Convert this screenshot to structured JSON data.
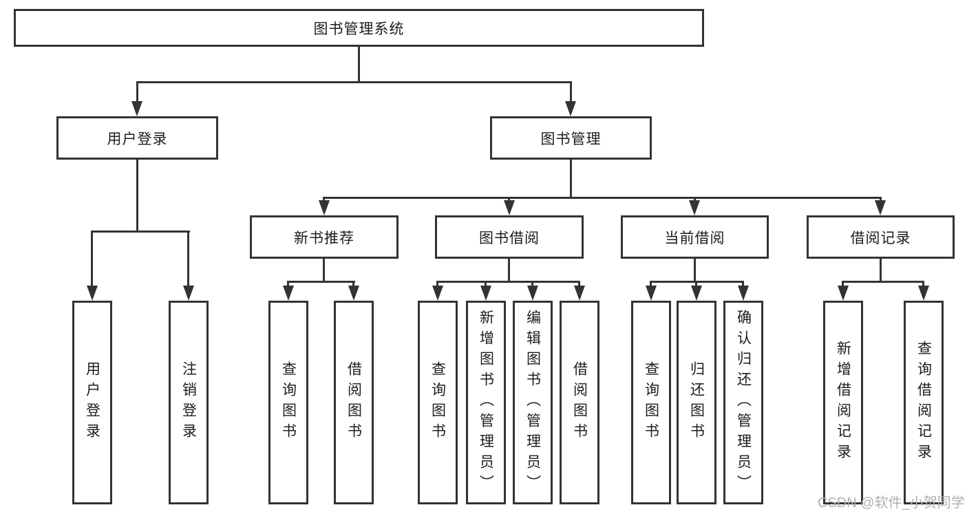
{
  "diagram_title": "图书管理系统",
  "watermark": "CSDN @软件_小贺同学",
  "colors": {
    "line": "#333333",
    "text": "#1c1c1c",
    "background": "#ffffff",
    "watermark": "#b0b0b0"
  },
  "nodes": {
    "root": {
      "label": "图书管理系统"
    },
    "level2": {
      "user_login": {
        "label": "用户登录"
      },
      "book_mgmt": {
        "label": "图书管理"
      }
    },
    "level3": {
      "new_book_rec": {
        "label": "新书推荐"
      },
      "book_borrow": {
        "label": "图书借阅"
      },
      "current_borrow": {
        "label": "当前借阅"
      },
      "borrow_record": {
        "label": "借阅记录"
      }
    },
    "leaves": {
      "user_login_1": {
        "label": "用户登录"
      },
      "user_login_2": {
        "label": "注销登录"
      },
      "new_book_1": {
        "label": "查询图书"
      },
      "new_book_2": {
        "label": "借阅图书"
      },
      "book_borrow_1": {
        "label": "查询图书"
      },
      "book_borrow_2": {
        "label": "新增图书（管理员）"
      },
      "book_borrow_3": {
        "label": "编辑图书（管理员）"
      },
      "book_borrow_4": {
        "label": "借阅图书"
      },
      "current_1": {
        "label": "查询图书"
      },
      "current_2": {
        "label": "归还图书"
      },
      "current_3": {
        "label": "确认归还（管理员）"
      },
      "record_1": {
        "label": "新增借阅记录"
      },
      "record_2": {
        "label": "查询借阅记录"
      }
    }
  }
}
